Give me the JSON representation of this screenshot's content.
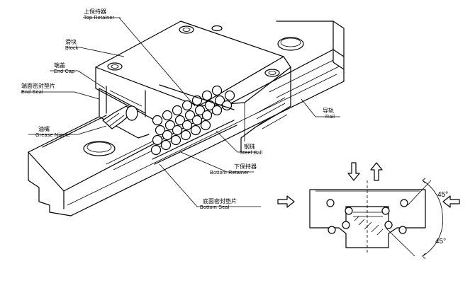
{
  "labels": {
    "top_retainer": {
      "cn": "上保持器",
      "en": "Top Retainer"
    },
    "block": {
      "cn": "滑块",
      "en": "Block"
    },
    "end_cap": {
      "cn": "端盖",
      "en": "End Cap"
    },
    "end_seal": {
      "cn": "端面密封垫片",
      "en": "End Seal"
    },
    "grease_nipple": {
      "cn": "油嘴",
      "en": "Grease Nipple"
    },
    "rail": {
      "cn": "导轨",
      "en": "Rail"
    },
    "steel_ball": {
      "cn": "钢珠",
      "en": "Steel Ball"
    },
    "bottom_retainer": {
      "cn": "下保持器",
      "en": "Bottom Retainer"
    },
    "bottom_seal": {
      "cn": "底面密封垫片",
      "en": "Bottom Seal"
    }
  },
  "angles": {
    "upper": "45°",
    "lower": "45°"
  }
}
